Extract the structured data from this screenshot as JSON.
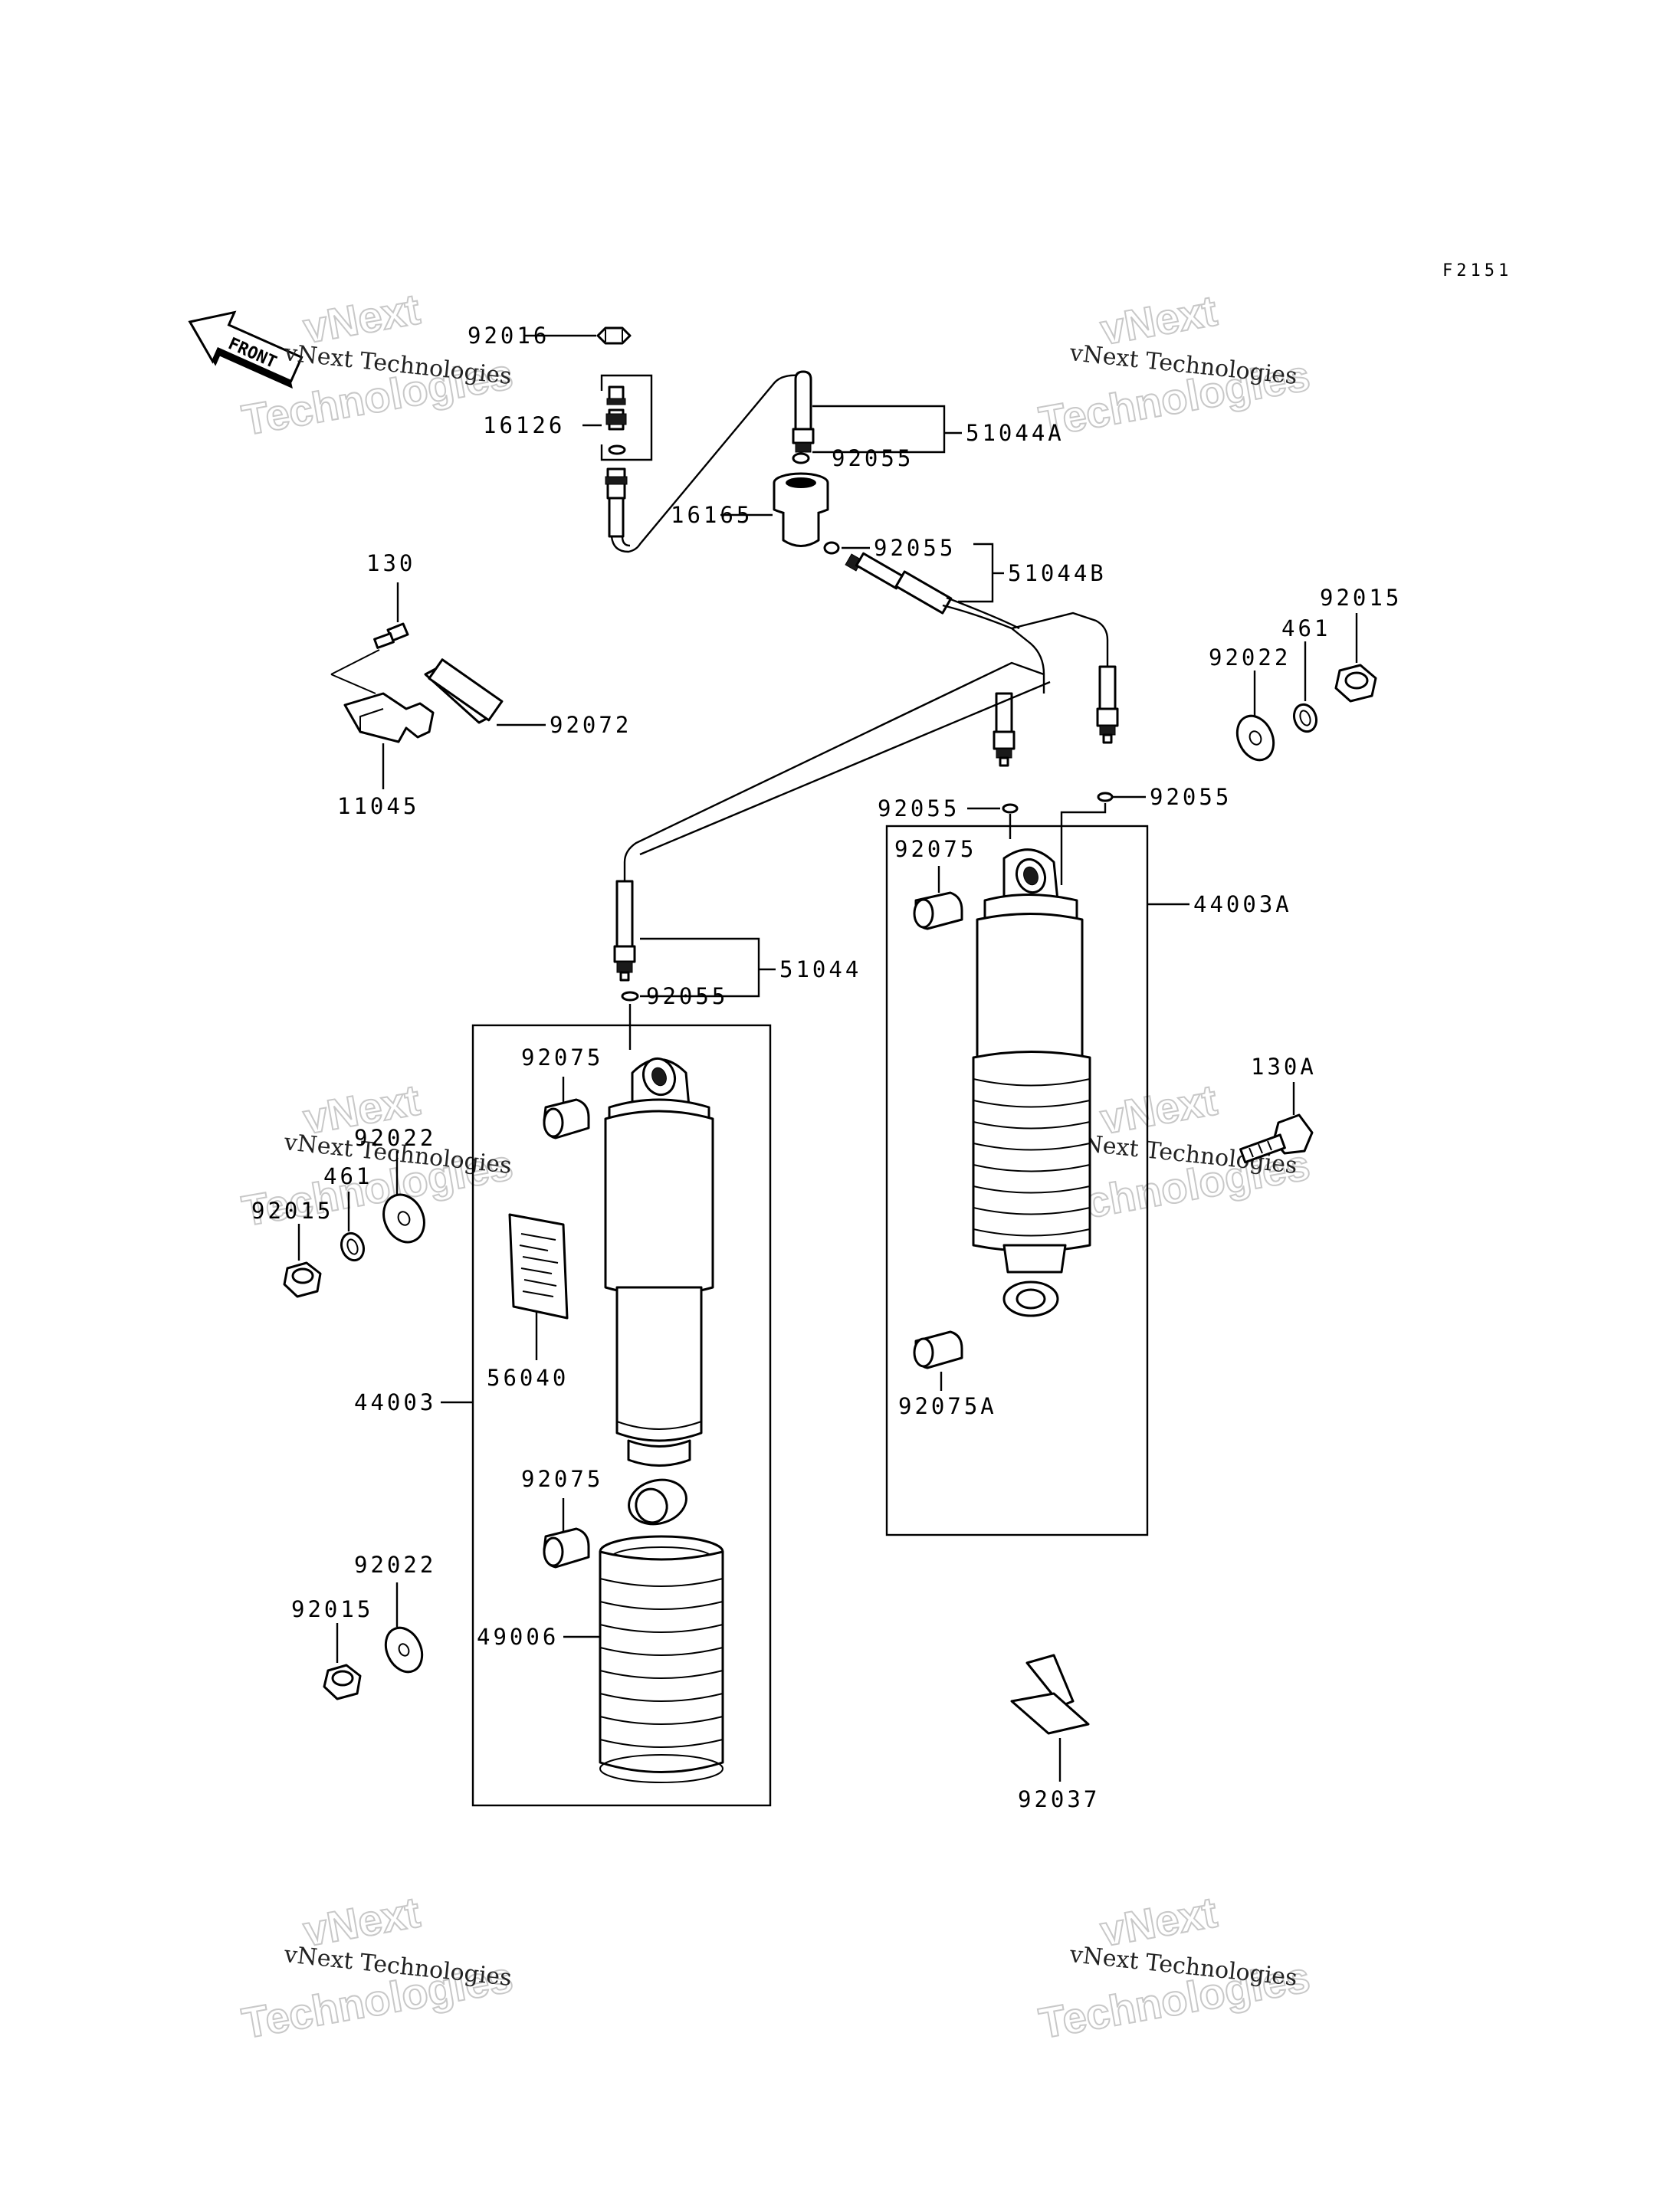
{
  "figure_code": "F2151",
  "front_label": "FRONT",
  "watermark": {
    "line1": "vNext Technologies",
    "line2": "Technologies",
    "overlay": "vNext"
  },
  "parts": {
    "p92016": "92016",
    "p16126": "16126",
    "p51044A": "51044A",
    "p92055_top": "92055",
    "p16165": "16165",
    "p92055_mid": "92055",
    "p51044B": "51044B",
    "p130": "130",
    "p92072": "92072",
    "p11045": "11045",
    "p92015_r": "92015",
    "p461_r": "461",
    "p92022_r": "92022",
    "p92055_rl": "92055",
    "p92055_rr": "92055",
    "p92075_r": "92075",
    "p44003A": "44003A",
    "p51044": "51044",
    "p92055_l": "92055",
    "p92075_l1": "92075",
    "p92022_l1": "92022",
    "p461_l": "461",
    "p92015_l1": "92015",
    "p130A": "130A",
    "p56040": "56040",
    "p44003": "44003",
    "p92075A": "92075A",
    "p92075_l2": "92075",
    "p92022_l2": "92022",
    "p92015_l2": "92015",
    "p49006": "49006",
    "p92037": "92037"
  }
}
